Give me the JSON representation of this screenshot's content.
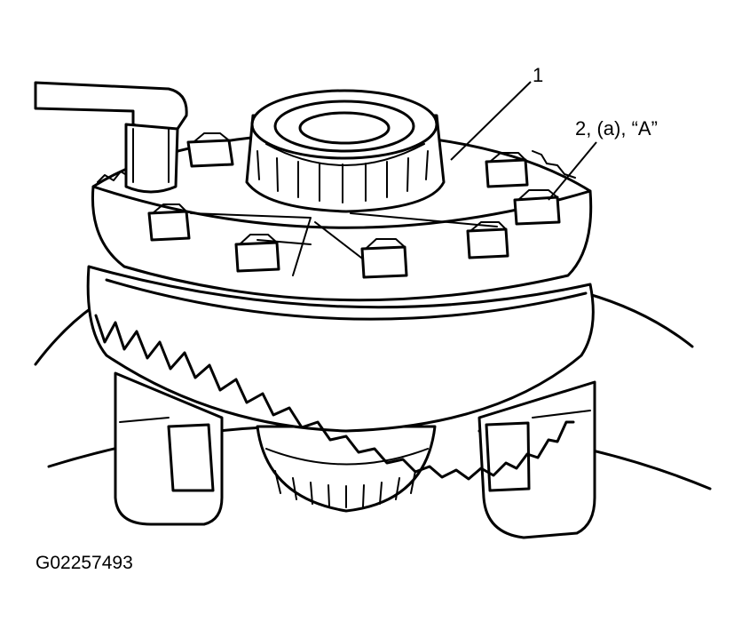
{
  "figure": {
    "callouts": [
      {
        "id": "callout-1",
        "text": "1"
      },
      {
        "id": "callout-2",
        "text": "2, (a), “A”"
      }
    ],
    "figure_id": "G02257493",
    "colors": {
      "ink": "#000000",
      "paper": "#ffffff"
    }
  }
}
